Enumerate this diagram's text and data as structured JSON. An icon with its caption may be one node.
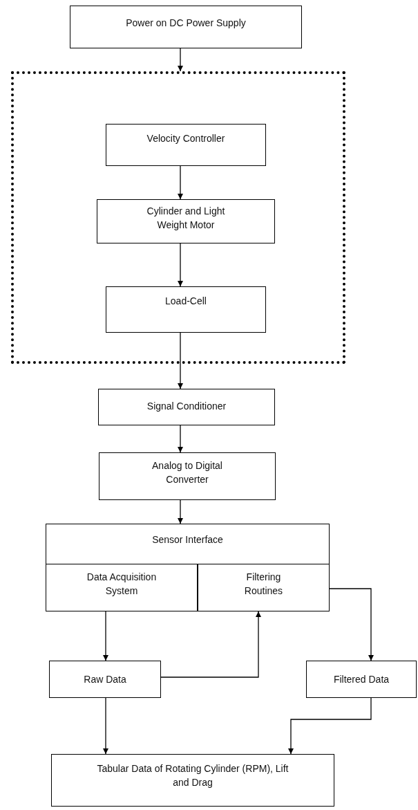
{
  "diagram": {
    "nodes": [
      {
        "text": [
          "Power on DC Power Supply"
        ]
      },
      {
        "text": [],
        "shape": "box"
      },
      {
        "text": [
          "Velocity Controller"
        ],
        "in": 1
      },
      {
        "text": [
          "Cylinder and Light Weight Motor"
        ],
        "in": 1
      },
      {
        "text": [
          "Load-Cell"
        ],
        "in": 1
      },
      {
        "text": [
          "Signal Conditioner"
        ]
      },
      {
        "text": [
          "Analog to Digital Converter"
        ]
      },
      {
        "text": [
          "Sensor Interface"
        ]
      },
      {
        "text": [
          "Data Acquisition System"
        ],
        "in": 7
      },
      {
        "text": [
          "Filtering Routines"
        ],
        "in": 7
      },
      {
        "text": [
          "Raw Data"
        ]
      },
      {
        "text": [
          "Filtered Data"
        ]
      },
      {
        "text": [
          "Tabular Data of Rotating Cylinder (RPM), Lift and Drag"
        ]
      }
    ],
    "edges": [
      {
        "from": 0,
        "to": 1,
        "arrow": "to"
      },
      {
        "from": 2,
        "to": 3,
        "arrow": "to"
      },
      {
        "from": 3,
        "to": 4,
        "arrow": "to"
      },
      {
        "from": 4,
        "to": 5,
        "arrow": "to"
      },
      {
        "from": 5,
        "to": 6,
        "arrow": "to"
      },
      {
        "from": 6,
        "to": 7,
        "arrow": "to"
      },
      {
        "from": 8,
        "to": 10,
        "arrow": "to"
      },
      {
        "from": 10,
        "to": 9,
        "arrow": "to"
      },
      {
        "from": 9,
        "to": 11,
        "arrow": "to"
      },
      {
        "from": 10,
        "to": 12,
        "arrow": "to"
      },
      {
        "from": 11,
        "to": 12,
        "arrow": "to"
      }
    ]
  }
}
